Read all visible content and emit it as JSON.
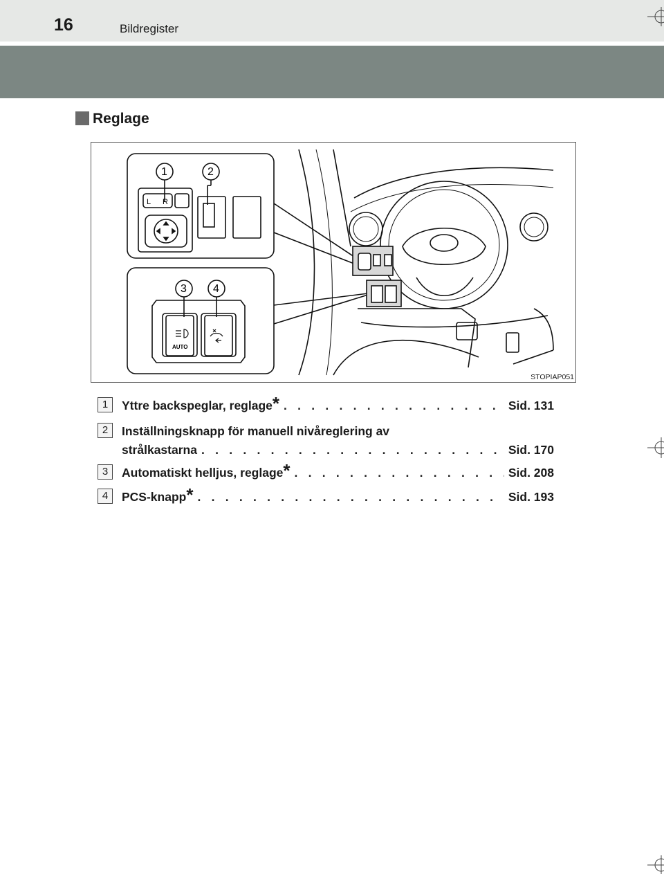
{
  "header": {
    "page_number": "16",
    "title": "Bildregister"
  },
  "section": {
    "title": "Reglage"
  },
  "figure": {
    "code": "STOPIAP051",
    "callouts": [
      "1",
      "2",
      "3",
      "4"
    ],
    "switch_labels": [
      "L",
      "R",
      "AUTO"
    ]
  },
  "items": [
    {
      "num": "1",
      "line1": "Yttre backspeglar, reglage",
      "star": "*",
      "dots": ". . . . . . . . . . . . . . . . . . . . . . . . . . . . .",
      "ref": "Sid. 131"
    },
    {
      "num": "2",
      "line1": "Inställningsknapp för manuell nivåreglering av",
      "line2": "strålkastarna",
      "dots": ". . . . . . . . . . . . . . . . . . . . . . . . . . . . . . . . . . . . . . . . . . .",
      "ref": "Sid. 170"
    },
    {
      "num": "3",
      "line1": "Automatiskt helljus, reglage",
      "star": "*",
      "dots": ". . . . . . . . . . . . . . . . . . . . . . . . . . . .",
      "ref": "Sid. 208"
    },
    {
      "num": "4",
      "line1": "PCS-knapp",
      "star": "*",
      "dots": ". . . . . . . . . . . . . . . . . . . . . . . . . . . . . . . . . . . . . . . . . . . .",
      "ref": "Sid. 193"
    }
  ]
}
